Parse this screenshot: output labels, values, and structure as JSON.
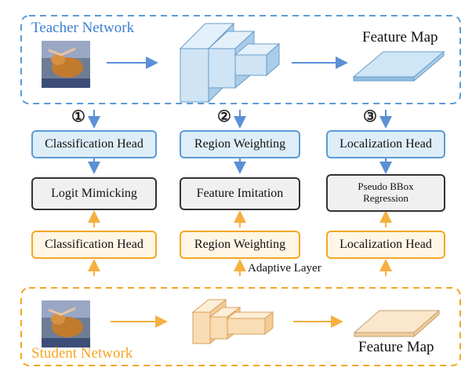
{
  "teacher": {
    "title": "Teacher Network",
    "feature_map_label": "Feature Map",
    "color": "#3f7fd1"
  },
  "student": {
    "title": "Student Network",
    "feature_map_label": "Feature Map",
    "color": "#f5a623"
  },
  "steps": [
    "①",
    "②",
    "③"
  ],
  "columns": [
    {
      "teacher_head": "Classification Head",
      "imitation": "Logit Mimicking",
      "student_head": "Classification Head"
    },
    {
      "teacher_head": "Region Weighting",
      "imitation": "Feature Imitation",
      "student_head": "Region Weighting"
    },
    {
      "teacher_head": "Localization Head",
      "imitation_line1": "Pseudo BBox",
      "imitation_line2": "Regression",
      "student_head": "Localization Head"
    }
  ],
  "adaptive_layer": "Adaptive Layer",
  "icons": {
    "input_image": "cat-photo-icon",
    "backbone": "cnn-blocks-icon",
    "feature_map": "feature-map-slab-icon"
  }
}
